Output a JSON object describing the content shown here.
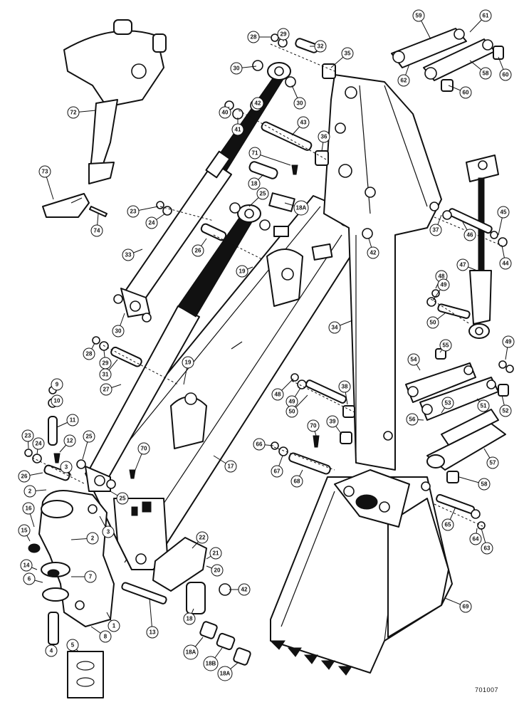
{
  "catalog_code": "701007",
  "callouts": [
    {
      "id": "c59",
      "label": "59"
    },
    {
      "id": "c61",
      "label": "61"
    },
    {
      "id": "c60a",
      "label": "60"
    },
    {
      "id": "c62",
      "label": "62"
    },
    {
      "id": "c58a",
      "label": "58"
    },
    {
      "id": "c60b",
      "label": "60"
    },
    {
      "id": "c28a",
      "label": "28"
    },
    {
      "id": "c29a",
      "label": "29"
    },
    {
      "id": "c32",
      "label": "32"
    },
    {
      "id": "c35",
      "label": "35"
    },
    {
      "id": "c30a",
      "label": "30"
    },
    {
      "id": "c30b",
      "label": "30"
    },
    {
      "id": "c42a",
      "label": "42"
    },
    {
      "id": "c40",
      "label": "40"
    },
    {
      "id": "c41",
      "label": "41"
    },
    {
      "id": "c43",
      "label": "43"
    },
    {
      "id": "c36",
      "label": "36"
    },
    {
      "id": "c72",
      "label": "72"
    },
    {
      "id": "c71",
      "label": "71"
    },
    {
      "id": "c18a",
      "label": "18"
    },
    {
      "id": "c73",
      "label": "73"
    },
    {
      "id": "c25a",
      "label": "25"
    },
    {
      "id": "c23a",
      "label": "23"
    },
    {
      "id": "c24a",
      "label": "24"
    },
    {
      "id": "c18A1",
      "label": "18A"
    },
    {
      "id": "c74",
      "label": "74"
    },
    {
      "id": "c37",
      "label": "37"
    },
    {
      "id": "c46",
      "label": "46"
    },
    {
      "id": "c45",
      "label": "45"
    },
    {
      "id": "c42b",
      "label": "42"
    },
    {
      "id": "c44",
      "label": "44"
    },
    {
      "id": "c33",
      "label": "33"
    },
    {
      "id": "c26",
      "label": "26"
    },
    {
      "id": "c47",
      "label": "47"
    },
    {
      "id": "c19a",
      "label": "19"
    },
    {
      "id": "c48a",
      "label": "48"
    },
    {
      "id": "c49a",
      "label": "49"
    },
    {
      "id": "c30c",
      "label": "30"
    },
    {
      "id": "c34",
      "label": "34"
    },
    {
      "id": "c50a",
      "label": "50"
    },
    {
      "id": "c28b",
      "label": "28"
    },
    {
      "id": "c29b",
      "label": "29"
    },
    {
      "id": "c55",
      "label": "55"
    },
    {
      "id": "c49b",
      "label": "49"
    },
    {
      "id": "c31",
      "label": "31"
    },
    {
      "id": "c19b",
      "label": "19"
    },
    {
      "id": "c54",
      "label": "54"
    },
    {
      "id": "c27",
      "label": "27"
    },
    {
      "id": "c9",
      "label": "9"
    },
    {
      "id": "c38",
      "label": "38"
    },
    {
      "id": "c48b",
      "label": "48"
    },
    {
      "id": "c49c",
      "label": "49"
    },
    {
      "id": "c52",
      "label": "52"
    },
    {
      "id": "c10a",
      "label": "10"
    },
    {
      "id": "c50b",
      "label": "50"
    },
    {
      "id": "c53",
      "label": "53"
    },
    {
      "id": "c51",
      "label": "51"
    },
    {
      "id": "c56",
      "label": "56"
    },
    {
      "id": "c11",
      "label": "11"
    },
    {
      "id": "c39",
      "label": "39"
    },
    {
      "id": "c70a",
      "label": "70"
    },
    {
      "id": "c70b",
      "label": "70"
    },
    {
      "id": "c23b",
      "label": "23"
    },
    {
      "id": "c24b",
      "label": "24"
    },
    {
      "id": "c25b",
      "label": "25"
    },
    {
      "id": "c12",
      "label": "12"
    },
    {
      "id": "c66",
      "label": "66"
    },
    {
      "id": "c57",
      "label": "57"
    },
    {
      "id": "c10b",
      "label": "10"
    },
    {
      "id": "c3a",
      "label": "3"
    },
    {
      "id": "c26b",
      "label": "26"
    },
    {
      "id": "c67",
      "label": "67"
    },
    {
      "id": "c17",
      "label": "17"
    },
    {
      "id": "c2a",
      "label": "2"
    },
    {
      "id": "c25c",
      "label": "25"
    },
    {
      "id": "c58b",
      "label": "58"
    },
    {
      "id": "c68",
      "label": "68"
    },
    {
      "id": "c16",
      "label": "16"
    },
    {
      "id": "c3b",
      "label": "3"
    },
    {
      "id": "c65",
      "label": "65"
    },
    {
      "id": "c64",
      "label": "64"
    },
    {
      "id": "c15",
      "label": "15"
    },
    {
      "id": "c2b",
      "label": "2"
    },
    {
      "id": "c22",
      "label": "22"
    },
    {
      "id": "c63",
      "label": "63"
    },
    {
      "id": "c21",
      "label": "21"
    },
    {
      "id": "c14",
      "label": "14"
    },
    {
      "id": "c20",
      "label": "20"
    },
    {
      "id": "c6",
      "label": "6"
    },
    {
      "id": "c7",
      "label": "7"
    },
    {
      "id": "c42c",
      "label": "42"
    },
    {
      "id": "c69",
      "label": "69"
    },
    {
      "id": "c18b",
      "label": "18"
    },
    {
      "id": "c1",
      "label": "1"
    },
    {
      "id": "c8",
      "label": "8"
    },
    {
      "id": "c13",
      "label": "13"
    },
    {
      "id": "c18A2",
      "label": "18A"
    },
    {
      "id": "c4",
      "label": "4"
    },
    {
      "id": "c5",
      "label": "5"
    },
    {
      "id": "c18B",
      "label": "18B"
    },
    {
      "id": "c18A3",
      "label": "18A"
    }
  ]
}
